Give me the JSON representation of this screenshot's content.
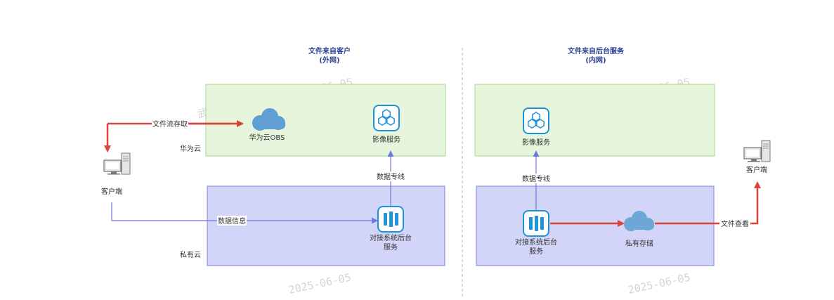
{
  "left": {
    "title": "文件来自客户",
    "subtitle": "(外网)",
    "huawei_cloud_label": "华为云",
    "private_cloud_label": "私有云",
    "obs_label": "华为云OBS",
    "image_service_label": "影像服务",
    "dedicated_line_label": "数据专线",
    "backend_label_line1": "对接系统后台",
    "backend_label_line2": "服务",
    "client_label": "客户端",
    "stream_access_label": "文件流存取",
    "data_info_label": "数据信息"
  },
  "right": {
    "title": "文件来自后台服务",
    "subtitle": "(内网)",
    "image_service_label": "影像服务",
    "dedicated_line_label": "数据专线",
    "backend_label_line1": "对接系统后台",
    "backend_label_line2": "服务",
    "private_storage_label": "私有存储",
    "file_view_label": "文件查看",
    "client_label": "客户端"
  },
  "watermark": {
    "main": "武小钊-DJ009665_2025-06-05",
    "date": "2025-06-05"
  },
  "colors": {
    "huawei_zone_fill": "#e6f5dc",
    "huawei_zone_border": "#a6d98d",
    "private_zone_fill": "#d3d5f8",
    "private_zone_border": "#7b80e0",
    "blue_arrow": "#6b78e0",
    "red_arrow": "#d9453a",
    "cloud": "#5f9fd3",
    "title": "#2b3f8f"
  }
}
